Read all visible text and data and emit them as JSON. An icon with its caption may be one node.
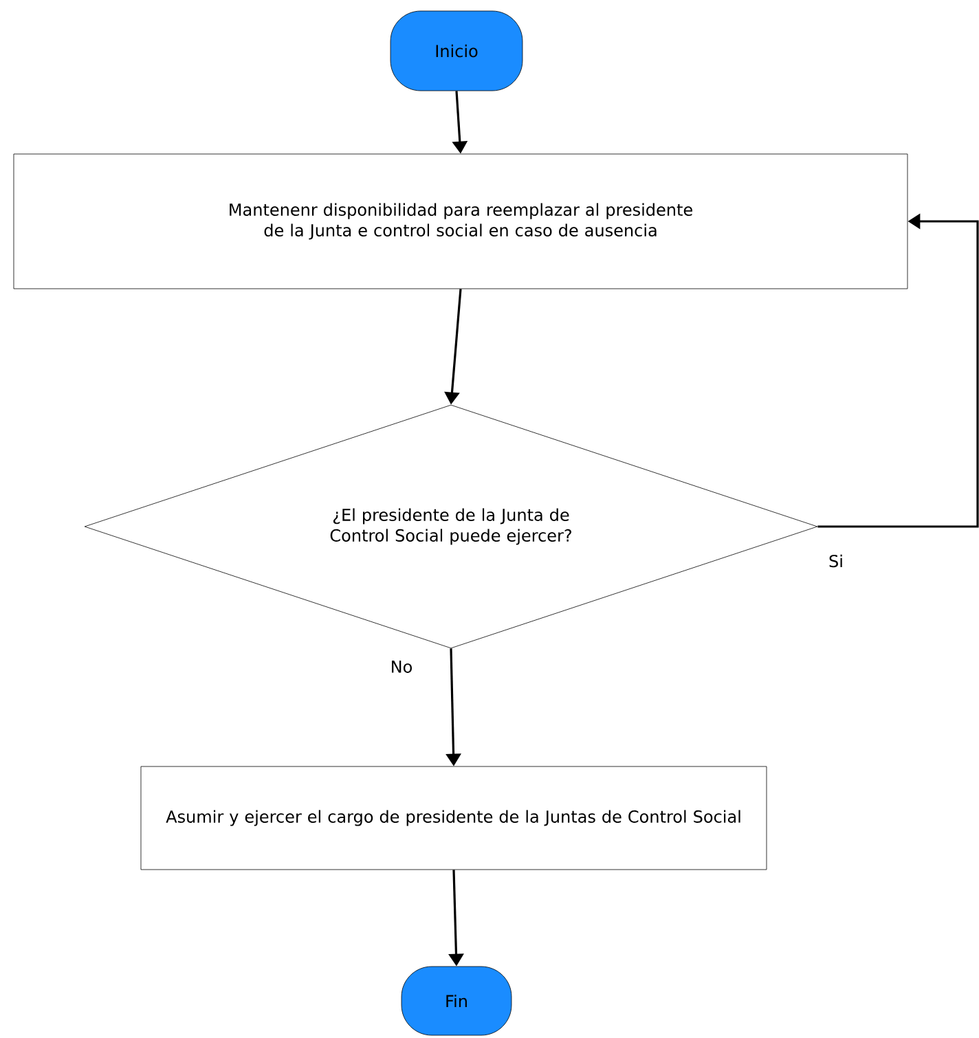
{
  "diagram": {
    "nodes": [
      {
        "text": [
          "Inicio"
        ]
      },
      {
        "text": [
          "Mantenenr disponibilidad para reemplazar al presidente de la Junta e control social en caso de ausencia"
        ]
      },
      {
        "text": [
          "¿El presidente de la Junta de Control Social puede ejercer?"
        ]
      },
      {
        "text": [
          "Asumir y ejercer el cargo de presidente de la Juntas de Control Social"
        ]
      },
      {
        "text": [
          "Fin"
        ]
      }
    ],
    "edges": [
      {
        "from": 0,
        "to": 1,
        "arrow": "to"
      },
      {
        "from": 1,
        "to": 2,
        "arrow": "to"
      },
      {
        "from": 2,
        "to": 1,
        "arrow": "to",
        "label": "Si"
      },
      {
        "from": 2,
        "to": 3,
        "arrow": "to",
        "label": "No"
      },
      {
        "from": 3,
        "to": 4,
        "arrow": "to"
      }
    ]
  }
}
